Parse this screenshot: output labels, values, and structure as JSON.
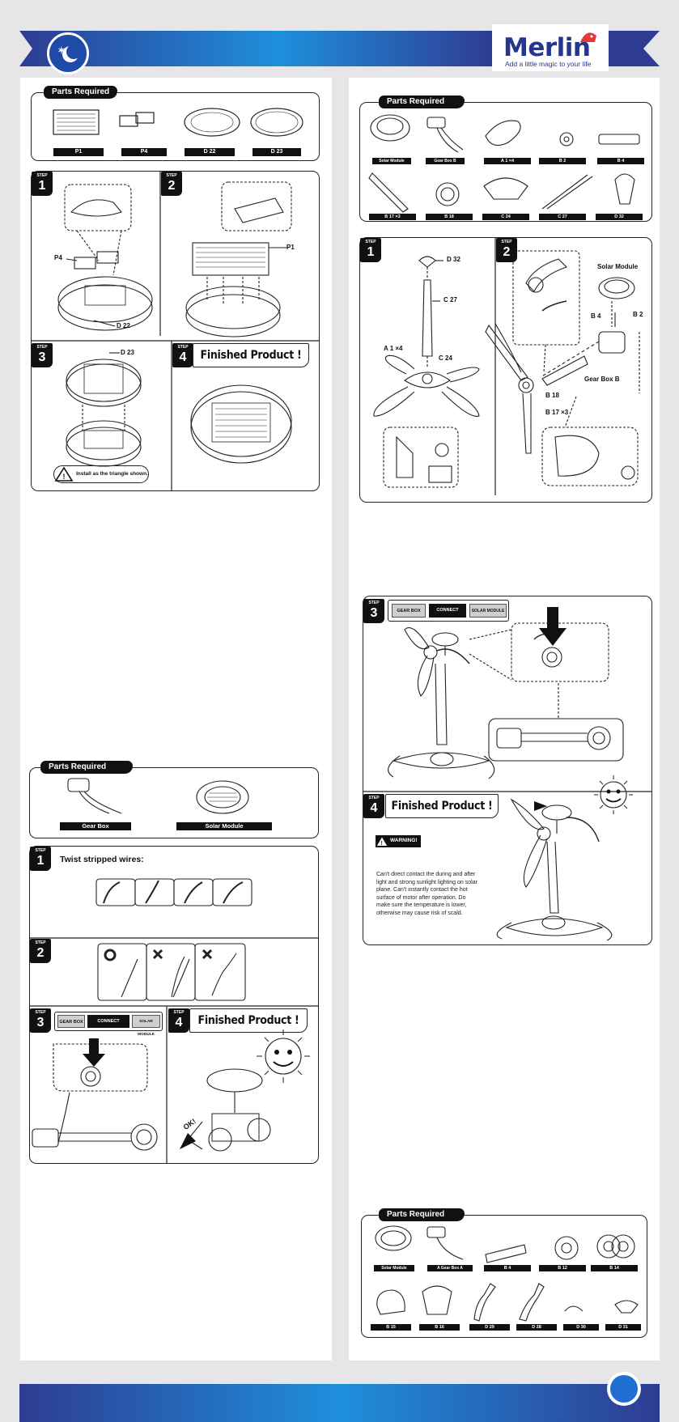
{
  "header": {
    "brand": "Merlin",
    "tagline": "Add a little magic to your life",
    "colors": {
      "bar_dark": "#2e3c92",
      "bar_light": "#1e8fdc",
      "brand_red": "#e43a3a"
    }
  },
  "common": {
    "parts_required": "Parts Required",
    "step": "STEP",
    "finished": "Finished Product !",
    "gear_box": "GEAR BOX",
    "connect": "CONNECT",
    "solar_module_caps": "SOLAR MODULE",
    "solar_module": "Solar Module"
  },
  "left_top": {
    "parts": [
      "P1",
      "P4",
      "D 22",
      "D 23"
    ],
    "step1": {
      "num": "1",
      "label_p4": "P4",
      "label_d22": "D 22"
    },
    "step2": {
      "num": "2",
      "label_p1": "P1"
    },
    "step3": {
      "num": "3",
      "label_d23": "D 23",
      "note": "Install as the triangle shown."
    },
    "step4": {
      "num": "4"
    }
  },
  "left_bottom": {
    "parts": [
      "Gear Box",
      "Solar Module"
    ],
    "step1": {
      "num": "1",
      "title": "Twist stripped wires:"
    },
    "step2": {
      "num": "2"
    },
    "step3": {
      "num": "3"
    },
    "step4": {
      "num": "4",
      "ok": "OK!"
    }
  },
  "right_top": {
    "parts_row1": [
      "Solar Module",
      "Gear Box B",
      "A 1 ×4",
      "B 2",
      "B 4"
    ],
    "parts_row2": [
      "B 17 ×3",
      "B 18",
      "C 24",
      "C 27",
      "D 32"
    ],
    "step1": {
      "num": "1",
      "d32": "D 32",
      "c27": "C 27",
      "a1": "A 1 ×4",
      "c24": "C 24"
    },
    "step2": {
      "num": "2",
      "solar": "Solar Module",
      "b4": "B 4",
      "b2": "B 2",
      "gearbox_b": "Gear Box B",
      "b18": "B 18",
      "b17": "B 17 ×3"
    }
  },
  "right_mid": {
    "step3": {
      "num": "3"
    },
    "step4": {
      "num": "4"
    },
    "warning_label": "WARNING!",
    "warning_text": [
      "Can't direct contact the during and after",
      "light and strong sunlight lighting on solar",
      "plane. Can't instantly contact the hot",
      "surface of motor after operation. Do",
      "make sure the temperature is lower,",
      "otherwise may cause risk of scald."
    ]
  },
  "right_bottom": {
    "parts_row1": [
      "Solar Module",
      "A Gear Box A",
      "B 4",
      "B 12",
      "B 14"
    ],
    "parts_row2": [
      "B 15",
      "B 16",
      "D 29",
      "D 28",
      "D 30",
      "D 31"
    ]
  }
}
